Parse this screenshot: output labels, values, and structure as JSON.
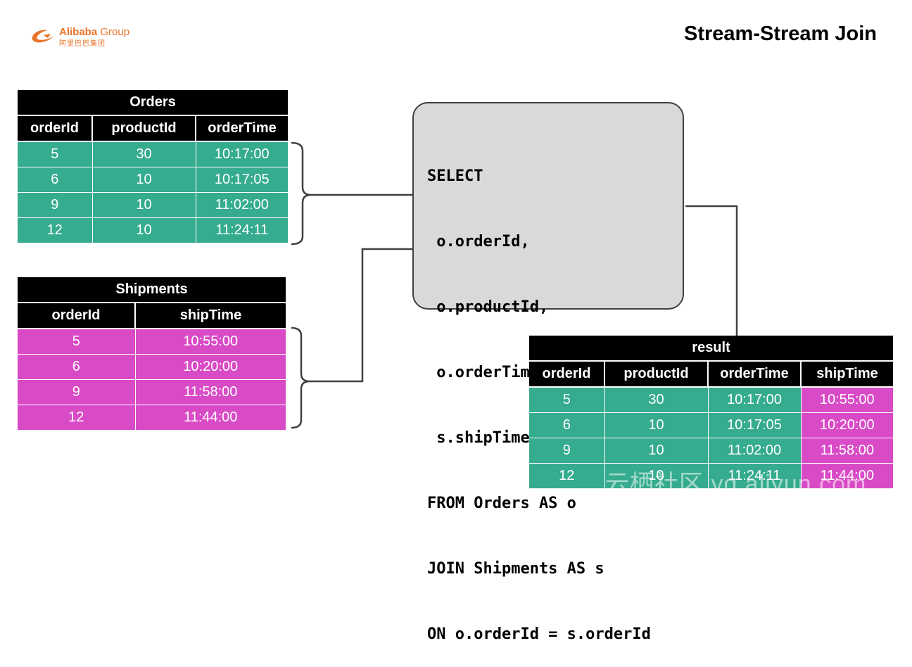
{
  "logo": {
    "brand": "Alibaba",
    "group": "Group",
    "sub": "阿里巴巴集团"
  },
  "title": "Stream-Stream Join",
  "orders": {
    "caption": "Orders",
    "headers": [
      "orderId",
      "productId",
      "orderTime"
    ],
    "rows": [
      [
        "5",
        "30",
        "10:17:00"
      ],
      [
        "6",
        "10",
        "10:17:05"
      ],
      [
        "9",
        "10",
        "11:02:00"
      ],
      [
        "12",
        "10",
        "11:24:11"
      ]
    ]
  },
  "shipments": {
    "caption": "Shipments",
    "headers": [
      "orderId",
      "shipTime"
    ],
    "rows": [
      [
        "5",
        "10:55:00"
      ],
      [
        "6",
        "10:20:00"
      ],
      [
        "9",
        "11:58:00"
      ],
      [
        "12",
        "11:44:00"
      ]
    ]
  },
  "sql": {
    "lines": [
      "SELECT",
      " o.orderId,",
      " o.productId,",
      " o.orderTime,",
      " s.shipTime",
      "FROM Orders AS o",
      "JOIN Shipments AS s",
      "ON o.orderId = s.orderId"
    ]
  },
  "result": {
    "caption": "result",
    "headers": [
      "orderId",
      "productId",
      "orderTime",
      "shipTime"
    ],
    "rows": [
      [
        "5",
        "30",
        "10:17:00",
        "10:55:00"
      ],
      [
        "6",
        "10",
        "10:17:05",
        "10:20:00"
      ],
      [
        "9",
        "10",
        "11:02:00",
        "11:58:00"
      ],
      [
        "12",
        "10",
        "11:24:11",
        "11:44:00"
      ]
    ]
  },
  "watermark": "云栖社区 yq.aliyun.com",
  "colors": {
    "order_rows": "#35ab8f",
    "shipment_rows": "#d94bc6",
    "header": "#000000",
    "sql_box": "#d9d9d9",
    "brand": "#e8742b"
  }
}
